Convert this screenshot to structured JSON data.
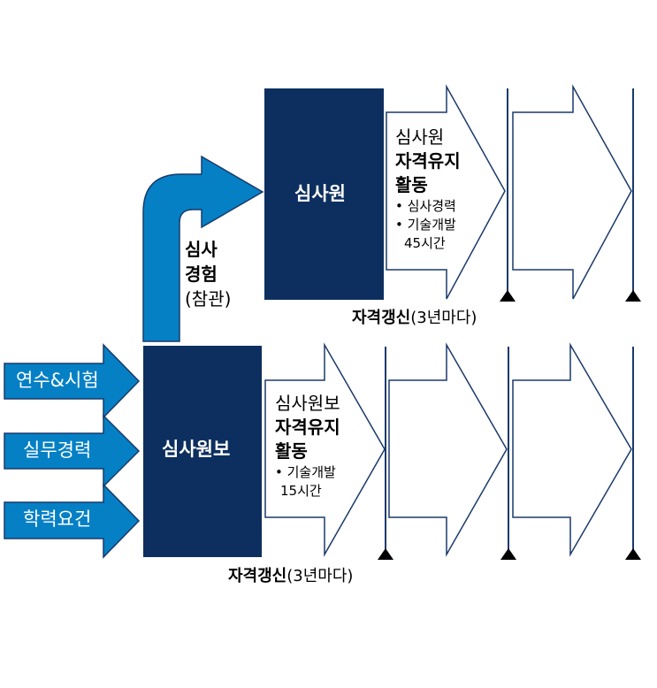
{
  "colors": {
    "navy": "#0d2f5f",
    "blue": "#0580c5",
    "outline": "#1a3a6b"
  },
  "inputs": [
    "연수&시험",
    "실무경력",
    "학력요건"
  ],
  "assistant_box": "심사원보",
  "auditor_box": "심사원",
  "experience_label": {
    "line1": "심사",
    "line2": "경험",
    "line3": "(참관)"
  },
  "auditor_activity": {
    "title": "심사원",
    "bold1": "자격유지",
    "bold2": "활동",
    "items": [
      "심사경력",
      "기술개발"
    ],
    "hours": "45시간"
  },
  "assistant_activity": {
    "title": "심사원보",
    "bold1": "자격유지",
    "bold2": "활동",
    "items": [
      "기술개발"
    ],
    "hours": "15시간"
  },
  "renewal": {
    "bold": "자격갱신",
    "rest": "(3년마다)"
  }
}
